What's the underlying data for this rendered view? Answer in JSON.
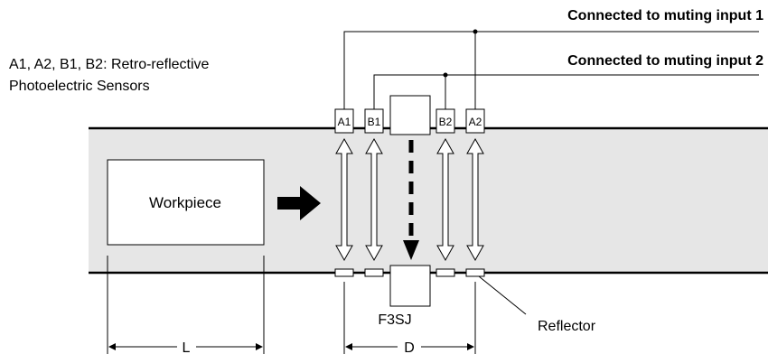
{
  "legend": {
    "line1": "A1, A2, B1, B2: Retro-reflective",
    "line2": "Photoelectric Sensors"
  },
  "connections": {
    "input1": "Connected to muting input 1",
    "input2": "Connected to muting input 2"
  },
  "sensors": {
    "a1": "A1",
    "b1": "B1",
    "b2": "B2",
    "a2": "A2"
  },
  "workpiece": "Workpiece",
  "device": "F3SJ",
  "reflector": "Reflector",
  "dimensions": {
    "length": "L",
    "distance": "D"
  },
  "colors": {
    "conveyor": "#e6e6e6",
    "line": "#000000"
  }
}
